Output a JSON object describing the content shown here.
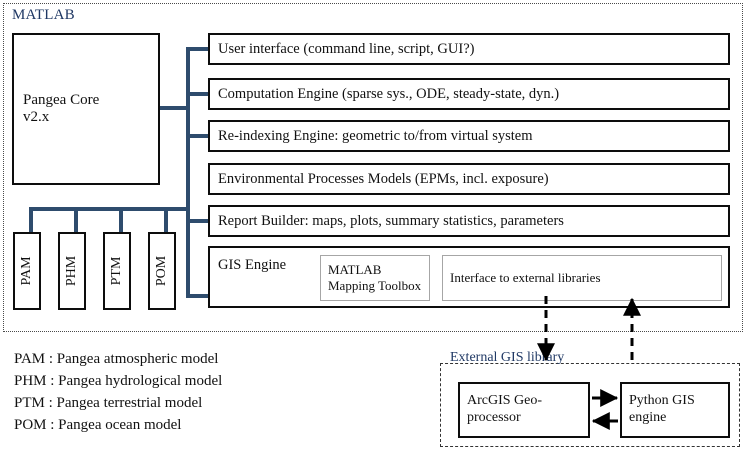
{
  "diagram": {
    "matlab_container_label": "MATLAB",
    "external_container_label": "External GIS library",
    "core": {
      "label": "Pangea Core\nv2.x"
    },
    "modules": [
      {
        "label": "User interface (command line, script, GUI?)",
        "name": "user-interface"
      },
      {
        "label": "Computation Engine (sparse sys., ODE, steady-state, dyn.)",
        "name": "computation-engine"
      },
      {
        "label": "Re-indexing Engine: geometric to/from virtual system",
        "name": "re-indexing-engine"
      },
      {
        "label": "Environmental Processes Models (EPMs, incl. exposure)",
        "name": "environmental-processes-models"
      },
      {
        "label": "Report Builder: maps, plots, summary statistics, parameters",
        "name": "report-builder"
      }
    ],
    "gis_engine": {
      "title": "GIS Engine",
      "mapping_toolbox": "MATLAB Mapping Toolbox",
      "external_interface": "Interface to external libraries"
    },
    "submodels": [
      {
        "abbr": "PAM"
      },
      {
        "abbr": "PHM"
      },
      {
        "abbr": "PTM"
      },
      {
        "abbr": "POM"
      }
    ],
    "external_library": {
      "arcgis": "ArcGIS Geo-processor",
      "python": "Python GIS engine"
    },
    "legend": [
      "PAM : Pangea atmospheric model",
      "PHM : Pangea hydrological model",
      "PTM : Pangea terrestrial model",
      "POM : Pangea ocean model"
    ],
    "colors": {
      "container_label": "#1F3864",
      "connector": "#2E4C6D",
      "box_border": "#0d0d0d",
      "inner_border": "#a6a6a6",
      "background": "#ffffff"
    }
  }
}
